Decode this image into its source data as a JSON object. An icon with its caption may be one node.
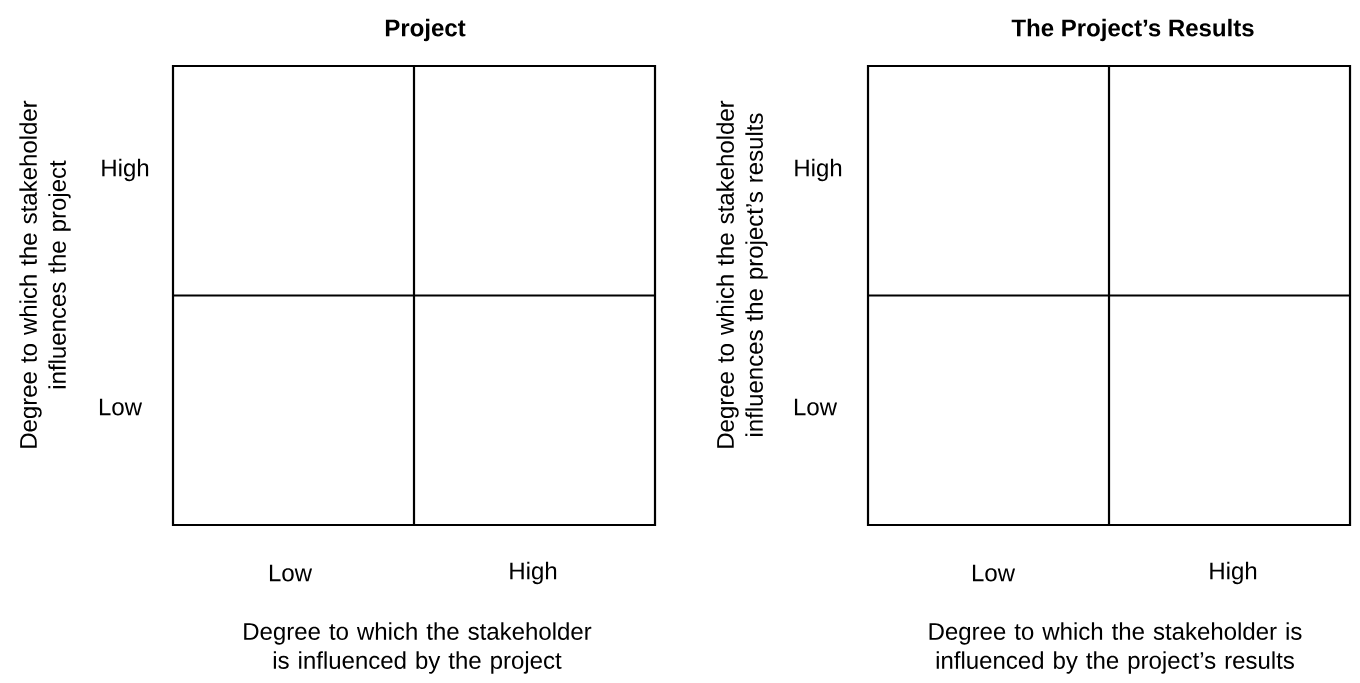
{
  "diagram": {
    "nodes": [
      {
        "text": [
          "Project"
        ]
      },
      {
        "text": [
          "The Project’s Results"
        ]
      }
    ],
    "labels": [
      "Degree to which the stakeholder influences the project",
      "High",
      "Low",
      "Low",
      "High",
      "Degree to which the stakeholder is influenced by the project",
      "Degree to which the stakeholder influences the project’s results",
      "High",
      "Low",
      "Low",
      "High",
      "Degree to which the stakeholder is influenced by the project’s results"
    ]
  }
}
